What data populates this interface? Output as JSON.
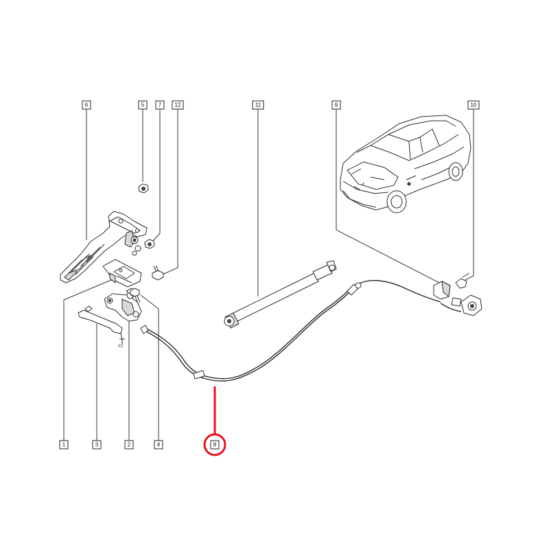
{
  "callouts": [
    {
      "id": "c1",
      "label": "1"
    },
    {
      "id": "c2",
      "label": "2"
    },
    {
      "id": "c3",
      "label": "3"
    },
    {
      "id": "c4",
      "label": "4"
    },
    {
      "id": "c5",
      "label": "5"
    },
    {
      "id": "c6",
      "label": "6"
    },
    {
      "id": "c7",
      "label": "7"
    },
    {
      "id": "c8",
      "label": "8"
    },
    {
      "id": "c9",
      "label": "9"
    },
    {
      "id": "c10",
      "label": "10"
    },
    {
      "id": "c11",
      "label": "11"
    },
    {
      "id": "c12",
      "label": "12"
    }
  ],
  "marks": {
    "axis_mark": "X1"
  },
  "highlight": {
    "target": "8",
    "color": "#e8101c"
  }
}
